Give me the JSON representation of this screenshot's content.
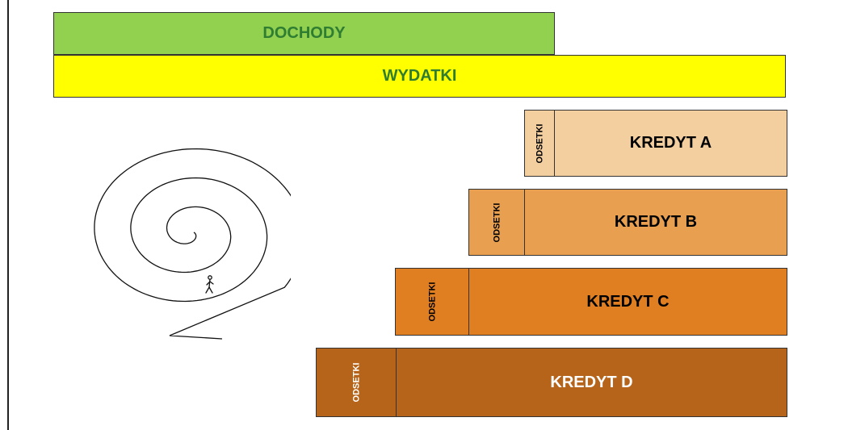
{
  "bars": {
    "income_label": "DOCHODY",
    "expenses_label": "WYDATKI"
  },
  "loans": [
    {
      "interest_label": "ODSETKI",
      "label": "KREDYT A"
    },
    {
      "interest_label": "ODSETKI",
      "label": "KREDYT B"
    },
    {
      "interest_label": "ODSETKI",
      "label": "KREDYT C"
    },
    {
      "interest_label": "ODSETKI",
      "label": "KREDYT D"
    }
  ],
  "colors": {
    "income": "#92d050",
    "expenses": "#ffff00",
    "loan_a": "#f3cfa0",
    "loan_b": "#e8a050",
    "loan_c": "#e07f22",
    "loan_d": "#b5641a",
    "label_text": "#2e7d32"
  },
  "icons": {
    "spiral": "debt-spiral-icon",
    "person": "walking-person-icon"
  }
}
